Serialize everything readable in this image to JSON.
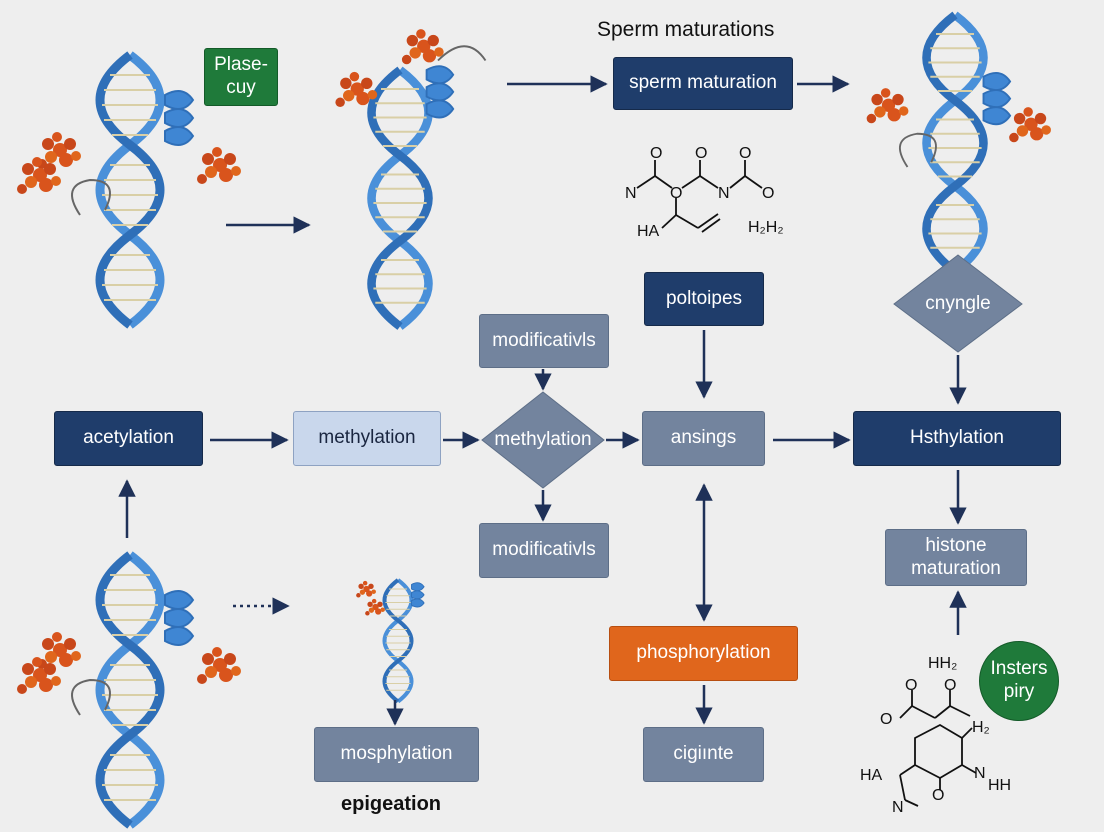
{
  "title": "Sperm maturations",
  "caption": "epigeation",
  "badges": {
    "top_left": "Plase-\ncuy",
    "bottom_right": "Insters\npiry"
  },
  "nodes": {
    "sperm_maturation": "sperm maturation",
    "poltoipes": "poltoipes",
    "cnyngle": "cnyngle",
    "modificativls_top": "modificativls",
    "acetylation": "acetylation",
    "methylation_box": "methylation",
    "methylation_diamond": "methylation",
    "ansings": "ansings",
    "hsthylation": "Hsthylation",
    "modificativls_bottom": "modificativls",
    "histone_maturation": "histone\nmaturation",
    "phosphorylation": "phosphorylation",
    "mosphylation": "mosphylation",
    "cigitnte": "cigiınte"
  },
  "chem_top": {
    "o1": "O",
    "o2": "O",
    "o3": "O",
    "n_left": "N",
    "o_mid": "O",
    "n_right": "N",
    "o_right": "O",
    "ha": "HA",
    "h2h2": "H₂H₂"
  },
  "chem_bottom": {
    "hh2": "HH₂",
    "o_left": "O",
    "o_right": "O",
    "o_bridge": "O",
    "h2": "H₂",
    "n_h": "N",
    "hh": "HH",
    "ha": "HA",
    "n": "N",
    "o": "O"
  },
  "colors": {
    "navy": "#1f3d6b",
    "slate": "#73849e",
    "pale": "#c9d7ec",
    "orange": "#e0661c",
    "green": "#1f7a3a",
    "dna": "#4a90d9",
    "protein": "#d9541c"
  }
}
